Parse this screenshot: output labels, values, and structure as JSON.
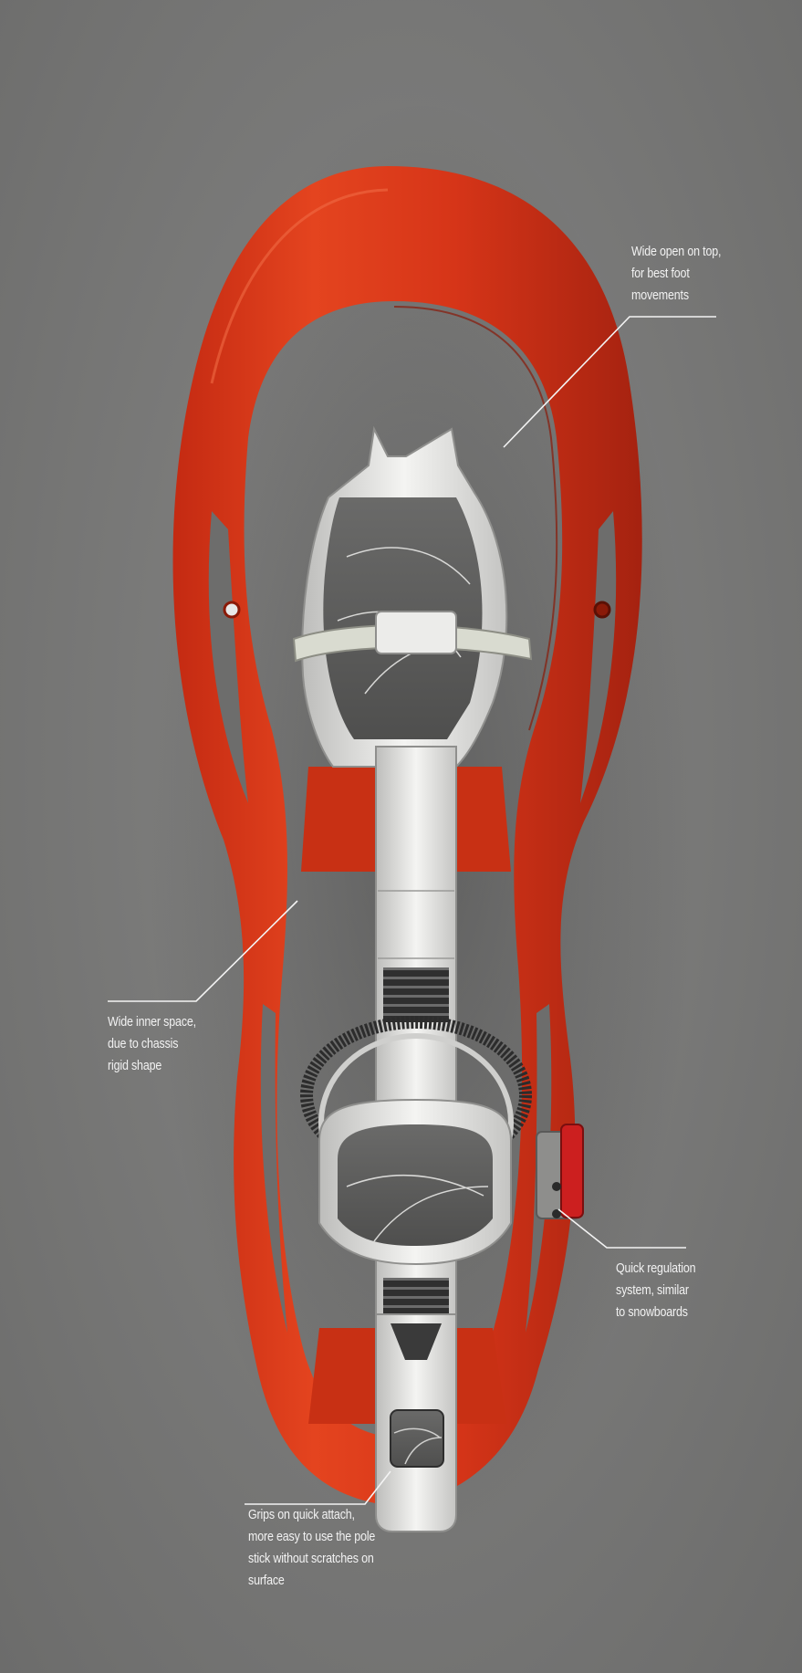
{
  "callouts": {
    "top": {
      "lines": [
        "Wide open on top,",
        "for best foot",
        "movements"
      ]
    },
    "inner": {
      "lines": [
        "Wide inner space,",
        "due to chassis",
        "rigid shape"
      ]
    },
    "regulation": {
      "lines": [
        "Quick regulation",
        "system, similar",
        "to snowboards"
      ]
    },
    "grips": {
      "lines": [
        "Grips on quick attach,",
        "more easy to use the pole",
        "stick without scratches on",
        "surface"
      ]
    }
  },
  "colors": {
    "background": "#777776",
    "frame": "#d8351a",
    "frame_dark": "#9e1f0c",
    "binding": "#e6e6e4",
    "pad": "#5d5d5c",
    "label": "#f2f2f2"
  }
}
